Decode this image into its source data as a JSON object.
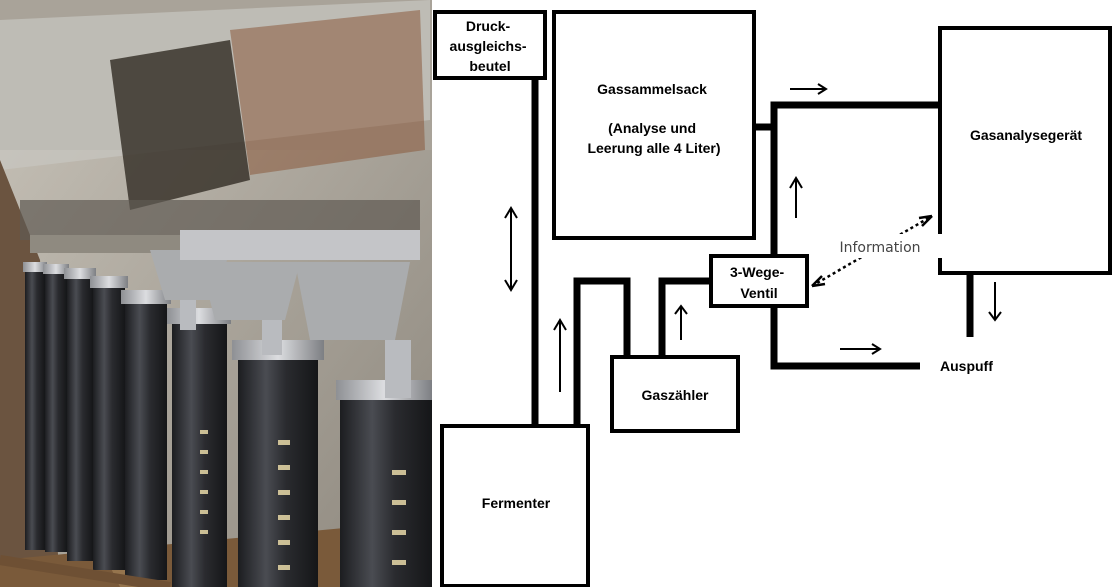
{
  "boxes": {
    "druck": [
      "Druck-",
      "ausgleichs-",
      "beutel"
    ],
    "gassammel": [
      "Gassammelsack",
      "(Analyse und",
      "Leerung alle 4 Liter)"
    ],
    "gasanalyse": "Gasanalysegerät",
    "ventil": [
      "3-Wege-",
      "Ventil"
    ],
    "gaszaehler": "Gaszähler",
    "fermenter": "Fermenter"
  },
  "labels": {
    "auspuff": "Auspuff",
    "information": "Information"
  },
  "colors": {
    "line": "#000000",
    "photo_floor": "#8a6a4a",
    "photo_wall": "#b9b3a7",
    "cylinder": "#2b2d31"
  }
}
